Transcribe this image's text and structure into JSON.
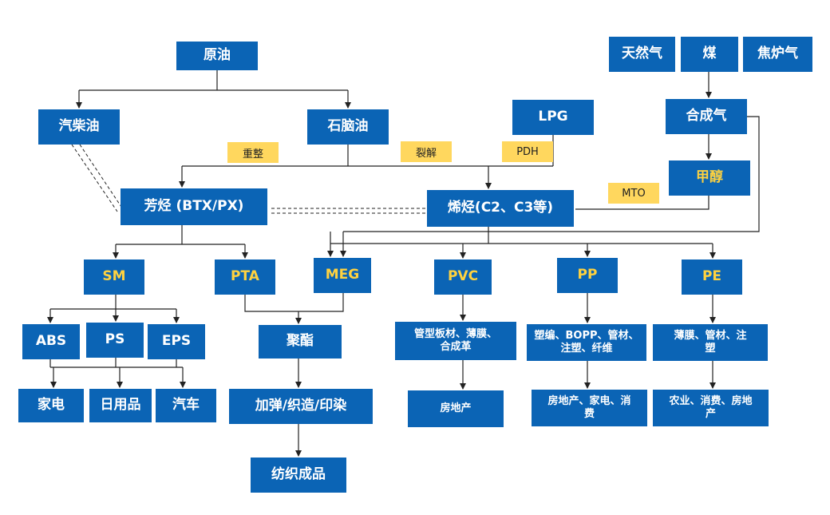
{
  "colors": {
    "node_bg": "#0b64b5",
    "node_text": "#ffffff",
    "accent_text": "#ffd23f",
    "tag_bg": "#ffd75e",
    "line": "#222222"
  },
  "nodes": {
    "crude_oil": "原油",
    "gasoline_diesel": "汽柴油",
    "naphtha": "石脑油",
    "lpg": "LPG",
    "natural_gas": "天然气",
    "coal": "煤",
    "coke_oven_gas": "焦炉气",
    "syngas": "合成气",
    "methanol": "甲醇",
    "aromatics": "芳烃 (BTX/PX)",
    "olefins": "烯烃(C2、C3等)",
    "sm": "SM",
    "pta": "PTA",
    "meg": "MEG",
    "pvc": "PVC",
    "pp": "PP",
    "pe": "PE",
    "abs": "ABS",
    "ps": "PS",
    "eps": "EPS",
    "polyester": "聚酯",
    "pvc_products": "管型板材、薄膜、合成革",
    "pp_products": "塑编、BOPP、管材、注塑、纤维",
    "pe_products": "薄膜、管材、注塑",
    "appliances": "家电",
    "daily_goods": "日用品",
    "automobile": "汽车",
    "texturing": "加弹/织造/印染",
    "real_estate": "房地产",
    "pp_end": "房地产、家电、消费",
    "pe_end": "农业、消费、房地产",
    "textiles": "纺织成品"
  },
  "tags": {
    "reforming": "重整",
    "cracking": "裂解",
    "pdh": "PDH",
    "mto": "MTO"
  }
}
